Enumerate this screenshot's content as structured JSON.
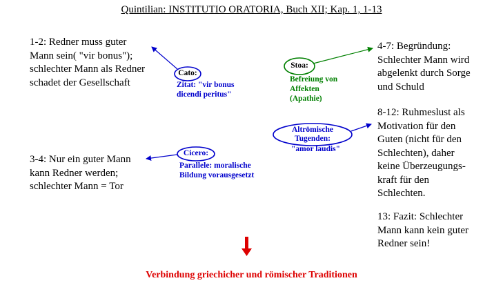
{
  "title": "Quintilian: INSTITUTIO ORATORIA, Buch XII; Kap. 1, 1-13",
  "left_blocks": {
    "b1": "1-2: Redner muss guter\nMann sein( \"vir bonus\");\nschlechter Mann als Redner\nschadet der Gesellschaft",
    "b2": "3-4: Nur ein guter Mann\nkann Redner werden;\nschlechter Mann = Tor"
  },
  "right_blocks": {
    "b1": "4-7: Begründung:\nSchlechter Mann wird\nabgelenkt durch Sorge\nund Schuld",
    "b2": "8-12: Ruhmeslust als\nMotivation für den\nGuten (nicht für den\nSchlechten), daher\nkeine Überzeugungs-\nkraft für den\nSchlechten.",
    "b3": "13: Fazit: Schlechter\nMann kann kein guter\nRedner sein!"
  },
  "bubbles": {
    "cato": {
      "label": "Cato:",
      "note": "Zitat: \"vir bonus\ndicendi peritus\""
    },
    "stoa": {
      "label": "Stoa:",
      "note": "Befreiung von\nAffekten\n(Apathie)"
    },
    "roman": {
      "label": "Altrömische\nTugenden:",
      "note": "\"amor laudis\""
    },
    "cicero": {
      "label": "Cicero:",
      "note": "Parallele: moralische\nBildung vorausgesetzt"
    }
  },
  "conclusion": "Verbindung griechicher und römischer Traditionen",
  "colors": {
    "blue": "#0000cc",
    "green": "#008000",
    "red": "#dd0000"
  }
}
